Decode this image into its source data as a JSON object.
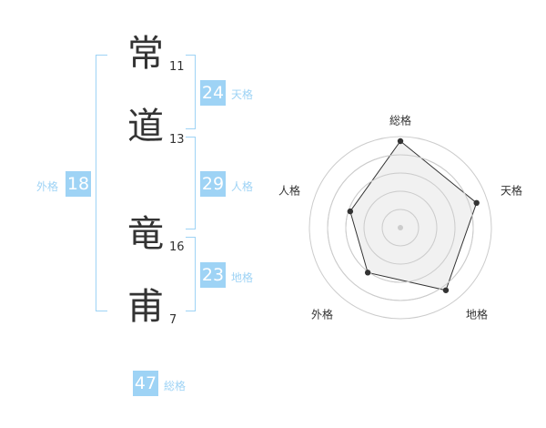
{
  "name": {
    "chars": [
      {
        "char": "常",
        "strokes": "11"
      },
      {
        "char": "道",
        "strokes": "13"
      },
      {
        "char": "竜",
        "strokes": "16"
      },
      {
        "char": "甫",
        "strokes": "7"
      }
    ]
  },
  "fortunes": {
    "tenkaku": {
      "value": "24",
      "label": "天格"
    },
    "jinkaku": {
      "value": "29",
      "label": "人格"
    },
    "chikaku": {
      "value": "23",
      "label": "地格"
    },
    "gaikaku": {
      "value": "18",
      "label": "外格"
    },
    "soukaku": {
      "value": "47",
      "label": "総格"
    }
  },
  "colors": {
    "accent": "#9ed3f5",
    "text": "#333333",
    "grid": "#cccccc",
    "fill": "#eeeeee"
  },
  "chart_data": {
    "type": "radar",
    "axes": [
      "総格",
      "天格",
      "地格",
      "外格",
      "人格"
    ],
    "values": [
      0.95,
      0.88,
      0.85,
      0.61,
      0.58
    ],
    "max": 1
  }
}
